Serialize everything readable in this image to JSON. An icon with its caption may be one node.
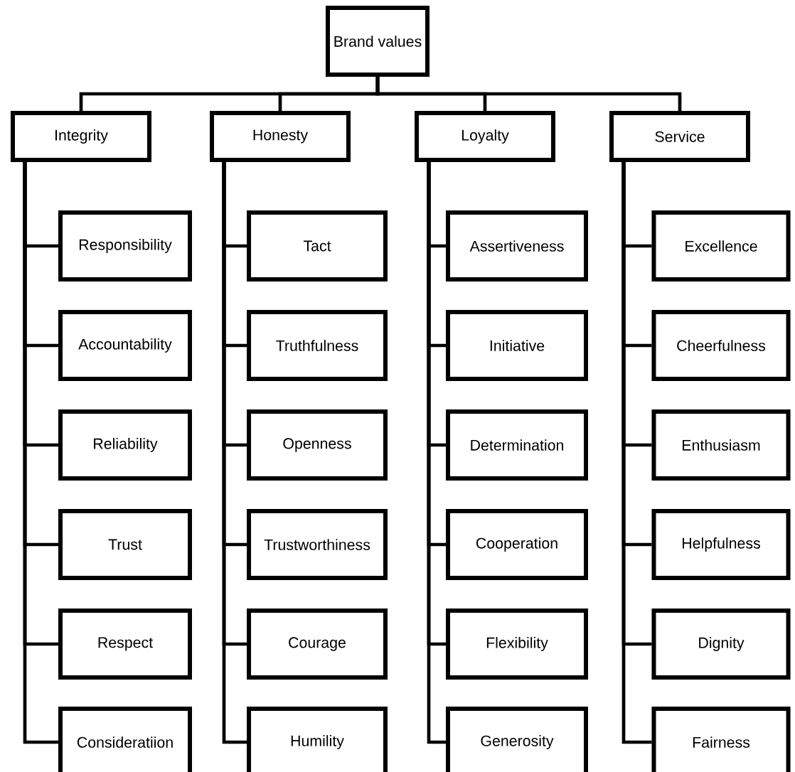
{
  "diagram": {
    "nodes": [
      {
        "text": [
          "Brand values"
        ]
      },
      {
        "text": [
          "Integrity"
        ]
      },
      {
        "text": [
          "Honesty"
        ]
      },
      {
        "text": [
          "Loyalty"
        ]
      },
      {
        "text": [
          "Service"
        ]
      },
      {
        "text": [
          "Responsibility"
        ]
      },
      {
        "text": [
          "Accountability"
        ]
      },
      {
        "text": [
          "Reliability"
        ]
      },
      {
        "text": [
          "Trust"
        ]
      },
      {
        "text": [
          "Respect"
        ]
      },
      {
        "text": [
          "Consideratiion"
        ]
      },
      {
        "text": [
          "Tact"
        ]
      },
      {
        "text": [
          "Truthfulness"
        ]
      },
      {
        "text": [
          "Openness"
        ]
      },
      {
        "text": [
          "Trustworthiness"
        ]
      },
      {
        "text": [
          "Courage"
        ]
      },
      {
        "text": [
          "Humility"
        ]
      },
      {
        "text": [
          "Assertiveness"
        ]
      },
      {
        "text": [
          "Initiative"
        ]
      },
      {
        "text": [
          "Determination"
        ]
      },
      {
        "text": [
          "Cooperation"
        ]
      },
      {
        "text": [
          "Flexibility"
        ]
      },
      {
        "text": [
          "Generosity"
        ]
      },
      {
        "text": [
          "Excellence"
        ]
      },
      {
        "text": [
          "Cheerfulness"
        ]
      },
      {
        "text": [
          "Enthusiasm"
        ]
      },
      {
        "text": [
          "Helpfulness"
        ]
      },
      {
        "text": [
          "Dignity"
        ]
      },
      {
        "text": [
          "Fairness"
        ]
      }
    ],
    "edges": [
      {
        "from": 0,
        "to": 1,
        "arrow": "none"
      },
      {
        "from": 0,
        "to": 2,
        "arrow": "none"
      },
      {
        "from": 0,
        "to": 3,
        "arrow": "none"
      },
      {
        "from": 0,
        "to": 4,
        "arrow": "none"
      },
      {
        "from": 1,
        "to": 5,
        "arrow": "none"
      },
      {
        "from": 1,
        "to": 6,
        "arrow": "none"
      },
      {
        "from": 1,
        "to": 7,
        "arrow": "none"
      },
      {
        "from": 1,
        "to": 8,
        "arrow": "none"
      },
      {
        "from": 1,
        "to": 9,
        "arrow": "none"
      },
      {
        "from": 1,
        "to": 10,
        "arrow": "none"
      },
      {
        "from": 2,
        "to": 11,
        "arrow": "none"
      },
      {
        "from": 2,
        "to": 12,
        "arrow": "none"
      },
      {
        "from": 2,
        "to": 13,
        "arrow": "none"
      },
      {
        "from": 2,
        "to": 14,
        "arrow": "none"
      },
      {
        "from": 2,
        "to": 15,
        "arrow": "none"
      },
      {
        "from": 2,
        "to": 16,
        "arrow": "none"
      },
      {
        "from": 3,
        "to": 17,
        "arrow": "none"
      },
      {
        "from": 3,
        "to": 18,
        "arrow": "none"
      },
      {
        "from": 3,
        "to": 19,
        "arrow": "none"
      },
      {
        "from": 3,
        "to": 20,
        "arrow": "none"
      },
      {
        "from": 3,
        "to": 21,
        "arrow": "none"
      },
      {
        "from": 3,
        "to": 22,
        "arrow": "none"
      },
      {
        "from": 4,
        "to": 23,
        "arrow": "none"
      },
      {
        "from": 4,
        "to": 24,
        "arrow": "none"
      },
      {
        "from": 4,
        "to": 25,
        "arrow": "none"
      },
      {
        "from": 4,
        "to": 26,
        "arrow": "none"
      },
      {
        "from": 4,
        "to": 27,
        "arrow": "none"
      },
      {
        "from": 4,
        "to": 28,
        "arrow": "none"
      }
    ]
  }
}
